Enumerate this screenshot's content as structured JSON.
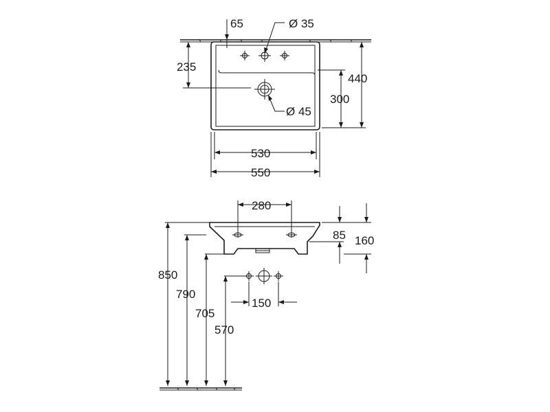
{
  "top_view": {
    "dim_tap_offset": "65",
    "dim_tap_hole": "Ø 35",
    "dim_depth_to_tap": "235",
    "dim_depth_total": "440",
    "dim_depth_bowl": "300",
    "dim_waste_hole": "Ø 45",
    "dim_inner_width": "530",
    "dim_outer_width": "550"
  },
  "side_view": {
    "dim_overflow_spacing": "280",
    "dim_height_basin": "85",
    "dim_height_total": "160",
    "dim_height_rim": "850",
    "dim_height_underside": "790",
    "dim_height_waste": "705",
    "dim_height_tap_connections": "570",
    "dim_tap_spacing": "150"
  }
}
